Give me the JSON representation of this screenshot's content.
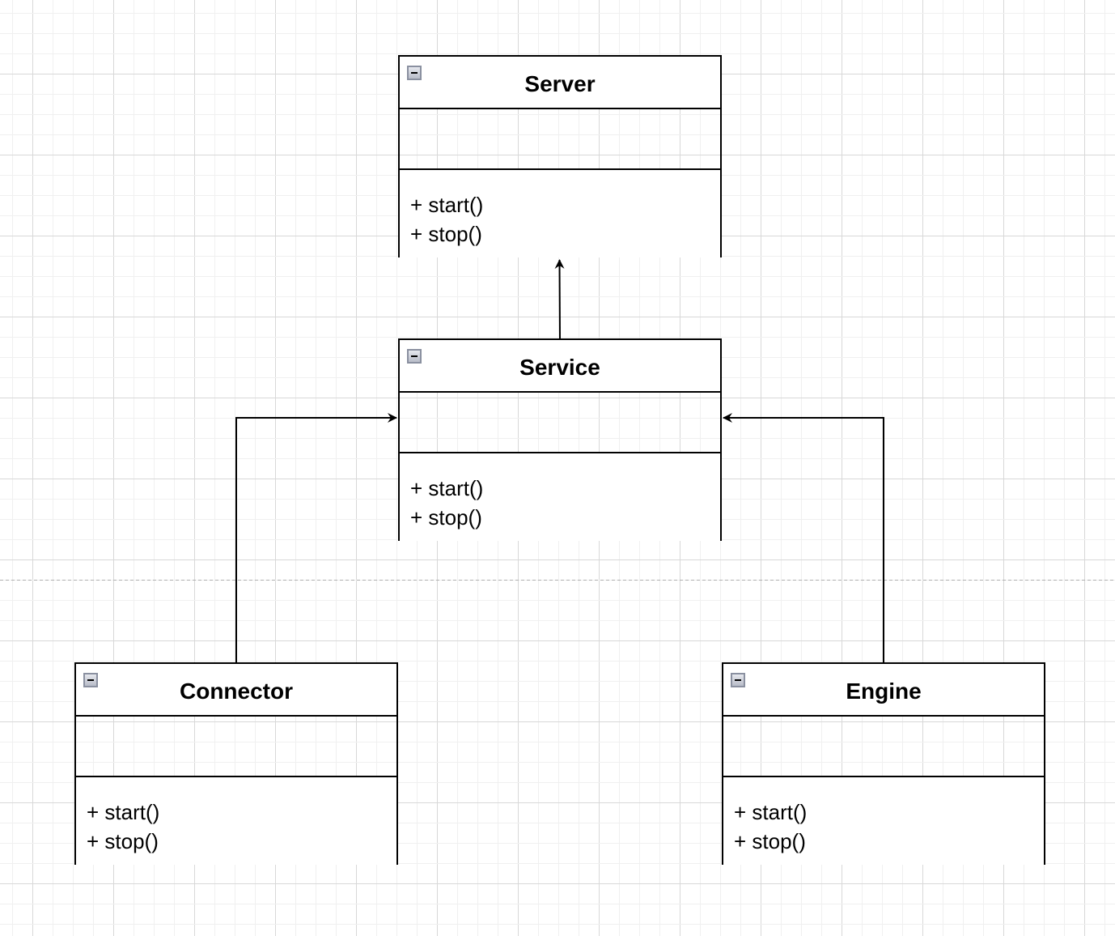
{
  "classes": [
    {
      "id": "server",
      "name": "Server",
      "methods": [
        "+ start()",
        "+ stop()"
      ]
    },
    {
      "id": "service",
      "name": "Service",
      "methods": [
        "+ start()",
        "+ stop()"
      ]
    },
    {
      "id": "connector",
      "name": "Connector",
      "methods": [
        "+ start()",
        "+ stop()"
      ]
    },
    {
      "id": "engine",
      "name": "Engine",
      "methods": [
        "+ start()",
        "+ stop()"
      ]
    }
  ],
  "edges": [
    {
      "from": "Service",
      "to": "Server"
    },
    {
      "from": "Connector",
      "to": "Service"
    },
    {
      "from": "Engine",
      "to": "Service"
    }
  ],
  "colors": {
    "grid_minor": "#f0f0f0",
    "grid_major": "#d8d8d8",
    "stroke": "#000000",
    "page_break": "#b0b0b0"
  }
}
